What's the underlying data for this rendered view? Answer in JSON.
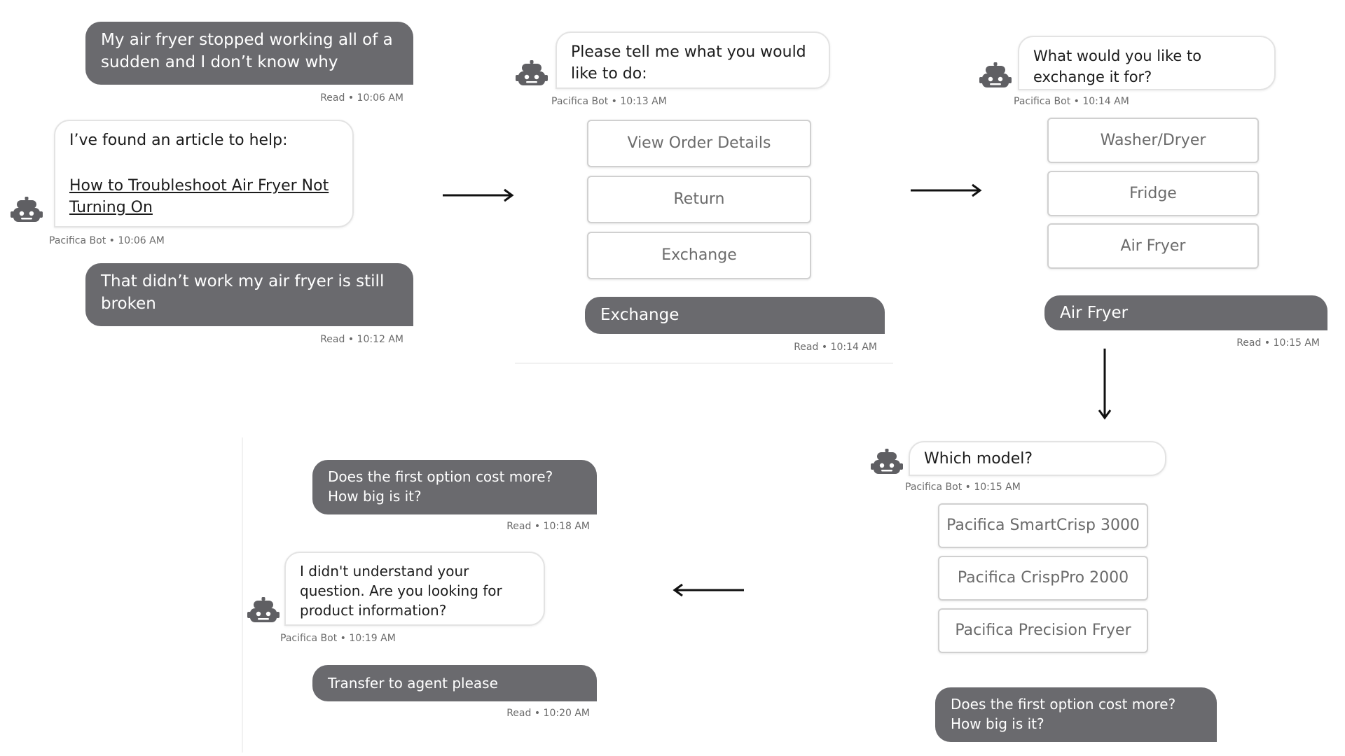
{
  "colors": {
    "user_bubble": "#6a6a6e",
    "border": "#d0d0d0",
    "meta": "#6b6b6b",
    "arrow": "#111111"
  },
  "icons": {
    "bot": "robot-icon",
    "arrow": "arrow-icon"
  },
  "panel1": {
    "msg1": "My air fryer stopped working all of a sudden and I don’t know why",
    "read1": "Read • 10:06 AM",
    "bot_intro": "I’ve found an article to help:",
    "bot_link": "How to Troubleshoot Air Fryer Not Turning On",
    "bot_meta": "Pacifica Bot • 10:06 AM",
    "msg2": "That didn’t work my air fryer is still broken",
    "read2": "Read • 10:12 AM"
  },
  "panel2": {
    "bot_msg": "Please tell me what you would like to do:",
    "bot_meta": "Pacifica Bot • 10:13 AM",
    "options": [
      "View Order Details",
      "Return",
      "Exchange"
    ],
    "user_msg": "Exchange",
    "read": "Read • 10:14 AM"
  },
  "panel3": {
    "bot_msg": "What would you like to exchange it for?",
    "bot_meta": "Pacifica Bot • 10:14 AM",
    "options": [
      "Washer/Dryer",
      "Fridge",
      "Air Fryer"
    ],
    "user_msg": "Air Fryer",
    "read": "Read • 10:15 AM"
  },
  "panel4": {
    "bot_msg": "Which model?",
    "bot_meta": "Pacifica Bot • 10:15 AM",
    "options": [
      "Pacifica SmartCrisp 3000",
      "Pacifica CrispPro 2000",
      "Pacifica Precision Fryer"
    ],
    "user_msg": "Does the first option cost more? How big is it?"
  },
  "panel5": {
    "msg1": "Does the first option cost more? How big is it?",
    "read1": "Read • 10:18 AM",
    "bot_msg": "I didn't understand your question. Are you looking for product information?",
    "bot_meta": "Pacifica Bot • 10:19 AM",
    "msg2": "Transfer to agent please",
    "read2": "Read • 10:20 AM"
  }
}
